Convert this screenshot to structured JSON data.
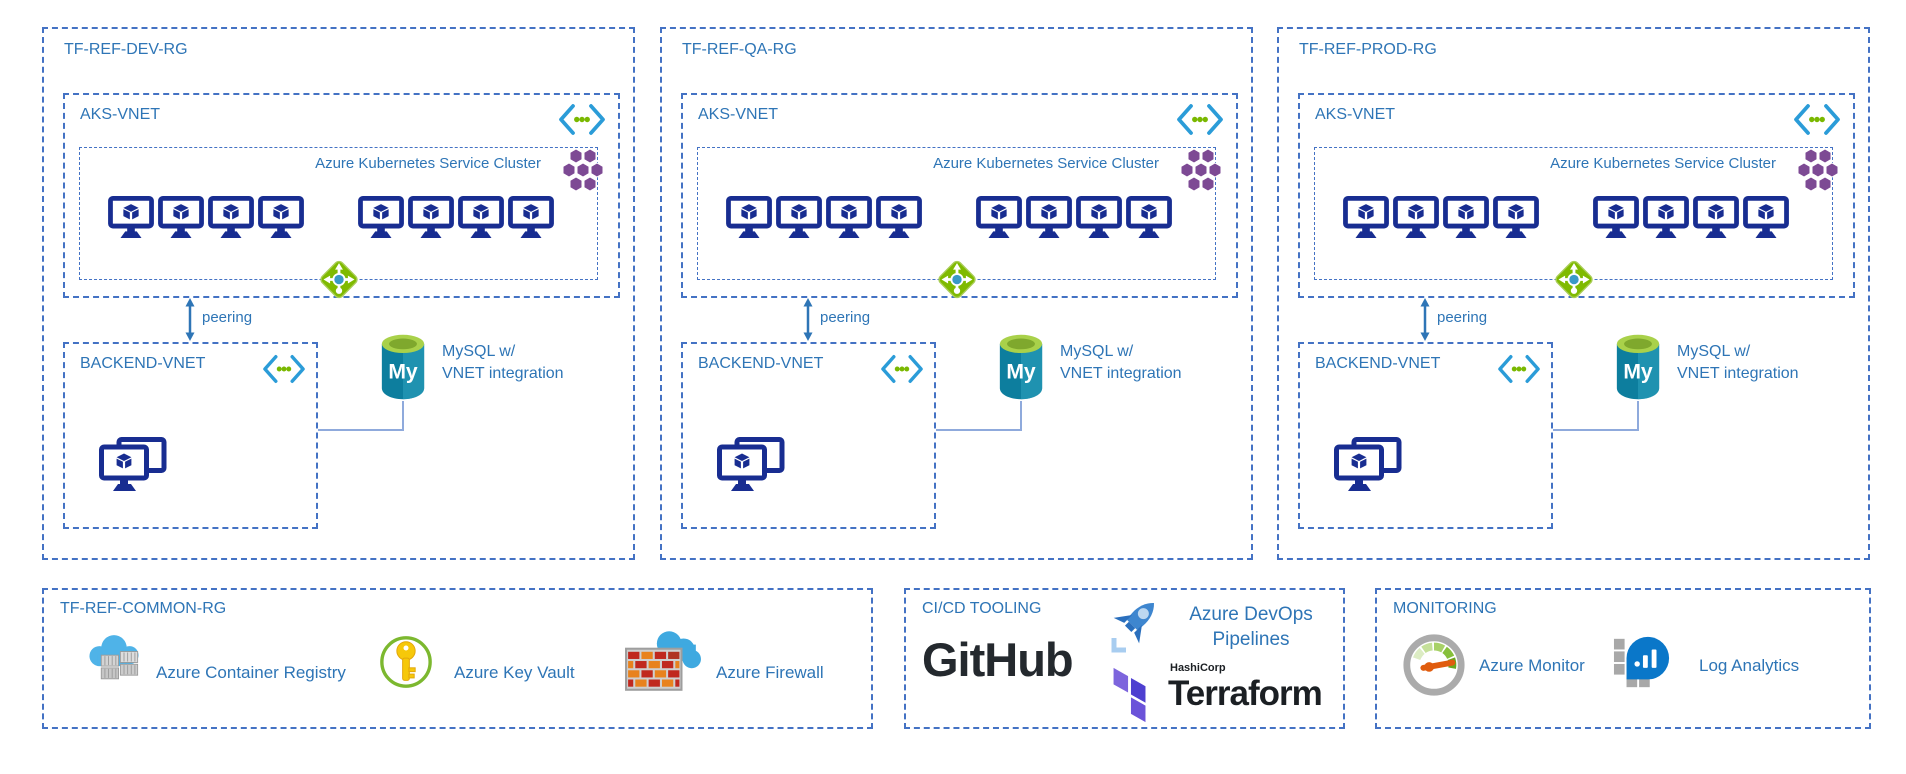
{
  "colors": {
    "border_blue": "#4472c4",
    "label_blue": "#2e75b6",
    "node_navy": "#182d91",
    "aks_purple": "#7d4a94",
    "load_balancer_green": "#7fba00",
    "load_balancer_hub_blue": "#3999c6",
    "vnet_bracket_blue": "#2b9cd8",
    "vnet_dot_green": "#7ab800",
    "mysql_teal": "#0d7e9e",
    "mysql_top_green": "#a9d14a",
    "github_black": "#24292e",
    "terraform_purple": "#4e3fd0",
    "monitor_needle_orange": "#e05c0e"
  },
  "resource_groups": [
    {
      "title": "TF-REF-DEV-RG",
      "aks_vnet_label": "AKS-VNET",
      "cluster_label": "Azure Kubernetes Service Cluster",
      "peering_label": "peering",
      "backend_vnet_label": "BACKEND-VNET",
      "mysql_label_line1": "MySQL w/",
      "mysql_label_line2": "VNET integration"
    },
    {
      "title": "TF-REF-QA-RG",
      "aks_vnet_label": "AKS-VNET",
      "cluster_label": "Azure Kubernetes Service Cluster",
      "peering_label": "peering",
      "backend_vnet_label": "BACKEND-VNET",
      "mysql_label_line1": "MySQL w/",
      "mysql_label_line2": "VNET integration"
    },
    {
      "title": "TF-REF-PROD-RG",
      "aks_vnet_label": "AKS-VNET",
      "cluster_label": "Azure Kubernetes Service Cluster",
      "peering_label": "peering",
      "backend_vnet_label": "BACKEND-VNET",
      "mysql_label_line1": "MySQL w/",
      "mysql_label_line2": "VNET integration"
    }
  ],
  "common_rg": {
    "title": "TF-REF-COMMON-RG",
    "items": [
      {
        "icon": "container-registry-icon",
        "label": "Azure Container Registry"
      },
      {
        "icon": "key-vault-icon",
        "label": "Azure Key Vault"
      },
      {
        "icon": "firewall-icon",
        "label": "Azure Firewall"
      }
    ]
  },
  "cicd": {
    "title": "CI/CD TOOLING",
    "github_label": "GitHub",
    "devops_label_line1": "Azure DevOps",
    "devops_label_line2": "Pipelines",
    "hashicorp_label": "HashiCorp",
    "terraform_label": "Terraform"
  },
  "monitoring": {
    "title": "MONITORING",
    "azure_monitor_label": "Azure Monitor",
    "log_analytics_label": "Log Analytics"
  }
}
